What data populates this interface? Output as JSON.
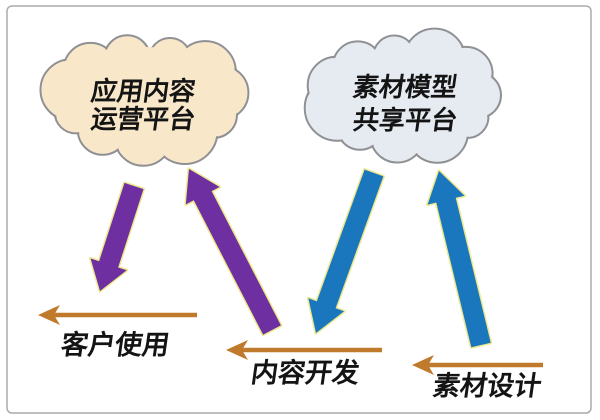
{
  "diagram": {
    "clouds": [
      {
        "name": "app-content-operation-platform",
        "line1": "应用内容",
        "line2": "运营平台"
      },
      {
        "name": "material-model-sharing-platform",
        "line1": "素材模型",
        "line2": "共享平台"
      }
    ],
    "process_labels": [
      {
        "name": "customer-use",
        "text": "客户使用"
      },
      {
        "name": "content-development",
        "text": "内容开发"
      },
      {
        "name": "material-design",
        "text": "素材设计"
      }
    ],
    "colors": {
      "purple_arrow": "#6E2FA0",
      "blue_arrow": "#1B77BD",
      "orange_arrow": "#C07A2C",
      "cloud_left_fill": "#F9E7CA",
      "cloud_right_fill": "#E6EBF1",
      "cloud_outline": "#8F9094",
      "arrow_glow": "#EDE98F",
      "label_text": "#141414",
      "frame_border": "#ABABAB"
    }
  }
}
